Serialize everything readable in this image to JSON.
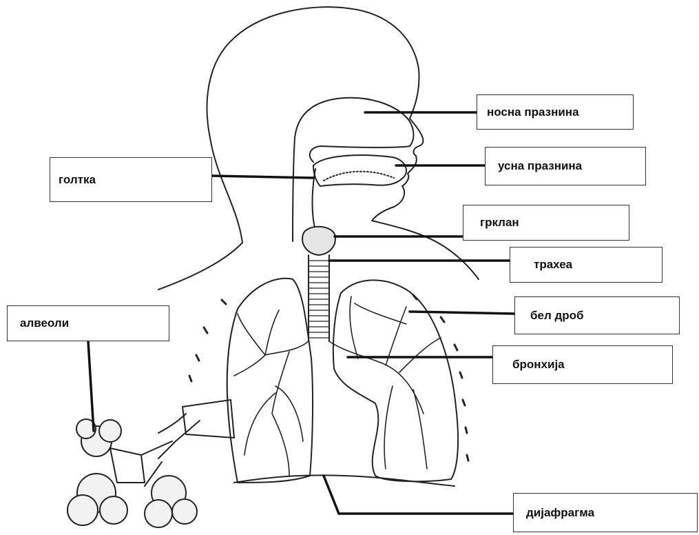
{
  "title": "",
  "labels": {
    "nasal_cavity": "носна празнина",
    "pharynx": "голтка",
    "oral_cavity": "усна празнина",
    "larynx": "грклан",
    "trachea": "трахеа",
    "lung": "бел дроб",
    "alveoli": "алвеоли",
    "bronchus": "бронхија",
    "diaphragm": "дијафрагма"
  },
  "colors": {
    "line": "#111111",
    "box_border": "#333333",
    "text": "#111111"
  }
}
